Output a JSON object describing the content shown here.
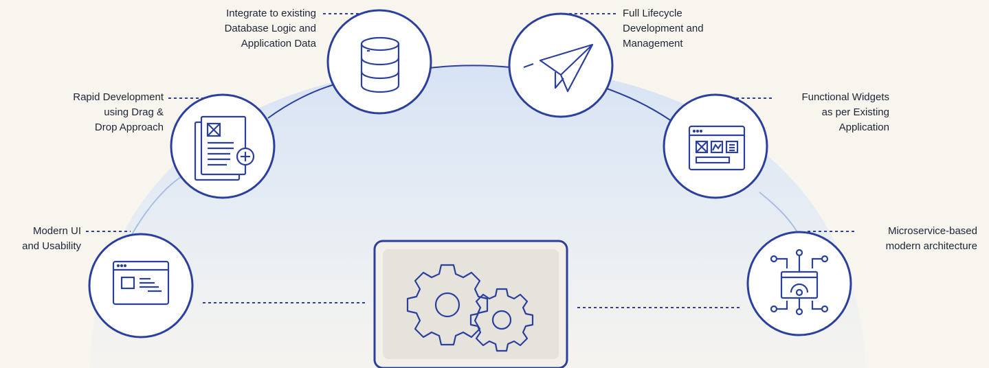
{
  "colors": {
    "background": "#f8f5ef",
    "primary_blue": "#2a3f9e",
    "arc_fill_top": "#d9e4f4",
    "arc_fill_bottom": "#f6f2ea",
    "arc_line": "#a9bfdf",
    "box_fill": "#e9e6df",
    "text": "#1d2436"
  },
  "features": [
    {
      "id": "database",
      "icon": "database-icon",
      "lines": [
        "Integrate to existing",
        "Database Logic and",
        "Application Data"
      ]
    },
    {
      "id": "lifecycle",
      "icon": "paper-plane-icon",
      "lines": [
        "Full Lifecycle",
        "Development and",
        "Management"
      ]
    },
    {
      "id": "drag-drop",
      "icon": "document-add-icon",
      "lines": [
        "Rapid Development",
        "using Drag &",
        "Drop Approach"
      ]
    },
    {
      "id": "widgets",
      "icon": "widget-window-icon",
      "lines": [
        "Functional Widgets",
        "as per Existing",
        "Application"
      ]
    },
    {
      "id": "modern-ui",
      "icon": "browser-window-icon",
      "lines": [
        "Modern UI",
        "and Usability"
      ]
    },
    {
      "id": "microservice",
      "icon": "circuit-chip-icon",
      "lines": [
        "Microservice-based",
        "modern architecture"
      ]
    }
  ],
  "center": {
    "icon": "gears-icon"
  }
}
